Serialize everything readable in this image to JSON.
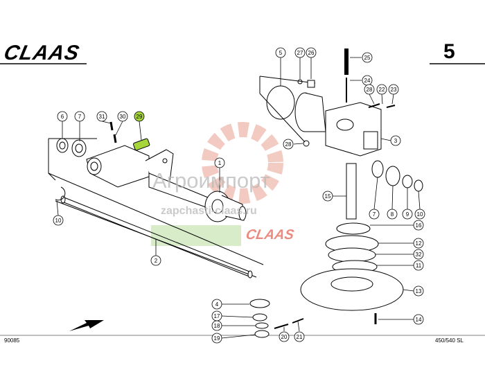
{
  "header": {
    "brand_logo": "CLAAS",
    "page_number": "5"
  },
  "footer": {
    "drawing_code": "90085",
    "model_code": "450/540 SL"
  },
  "watermark": {
    "company": "Агроимпорт",
    "website": "zapchasti-claas.ru",
    "brand": "CLAAS"
  },
  "callouts": [
    {
      "id": "c1",
      "label": "1"
    },
    {
      "id": "c2",
      "label": "2"
    },
    {
      "id": "c3",
      "label": "3"
    },
    {
      "id": "c4",
      "label": "4"
    },
    {
      "id": "c5",
      "label": "5"
    },
    {
      "id": "c6",
      "label": "6"
    },
    {
      "id": "c7a",
      "label": "7"
    },
    {
      "id": "c7b",
      "label": "7"
    },
    {
      "id": "c8",
      "label": "8"
    },
    {
      "id": "c9",
      "label": "9"
    },
    {
      "id": "c10a",
      "label": "10"
    },
    {
      "id": "c10b",
      "label": "10"
    },
    {
      "id": "c11",
      "label": "11"
    },
    {
      "id": "c12",
      "label": "12"
    },
    {
      "id": "c13",
      "label": "13"
    },
    {
      "id": "c14",
      "label": "14"
    },
    {
      "id": "c15",
      "label": "15"
    },
    {
      "id": "c16",
      "label": "16"
    },
    {
      "id": "c17",
      "label": "17"
    },
    {
      "id": "c18",
      "label": "18"
    },
    {
      "id": "c19",
      "label": "19"
    },
    {
      "id": "c20",
      "label": "20"
    },
    {
      "id": "c21",
      "label": "21"
    },
    {
      "id": "c22",
      "label": "22"
    },
    {
      "id": "c23",
      "label": "23"
    },
    {
      "id": "c24",
      "label": "24"
    },
    {
      "id": "c25",
      "label": "25"
    },
    {
      "id": "c26",
      "label": "26"
    },
    {
      "id": "c27",
      "label": "27"
    },
    {
      "id": "c28a",
      "label": "28"
    },
    {
      "id": "c28b",
      "label": "28"
    },
    {
      "id": "c29",
      "label": "29",
      "highlighted": true
    },
    {
      "id": "c30",
      "label": "30"
    },
    {
      "id": "c31",
      "label": "31"
    },
    {
      "id": "c32",
      "label": "32"
    }
  ],
  "colors": {
    "ink": "#000000",
    "highlight": "#a6d63a",
    "watermark_gear": "#e8a090",
    "watermark_green": "#a9d58a"
  }
}
